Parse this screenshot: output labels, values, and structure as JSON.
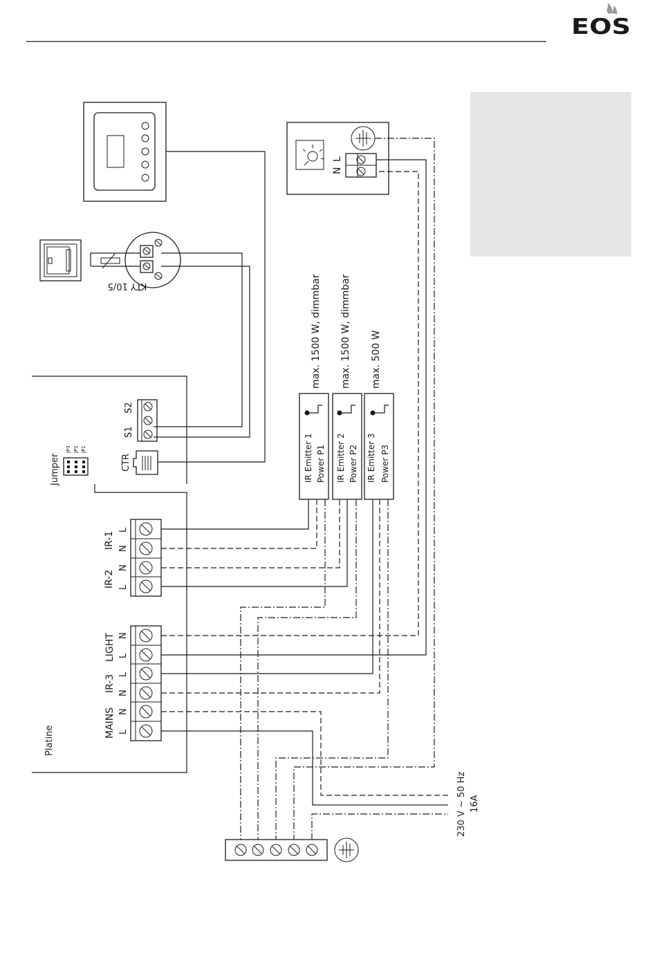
{
  "brand": {
    "logo_text": "EOS",
    "logo_color": "#1a1a1a",
    "flame_color": "#9a9a9a"
  },
  "panel": {
    "color": "#e6e6e6"
  },
  "labels": {
    "kty": "KTY 10/5",
    "jumper": "Jumper",
    "jp3": "JP3",
    "jp2": "JP2",
    "jp1": "JP1",
    "ctr": "CTR",
    "s1": "S1",
    "s2": "S2",
    "platine": "Platine",
    "lamp_n": "N",
    "lamp_l": "L"
  },
  "emitters": [
    {
      "name": "IR Emitter 1",
      "power": "Power P1",
      "rating": "max. 1500 W, dimmbar"
    },
    {
      "name": "IR Emitter 2",
      "power": "Power P2",
      "rating": "max. 1500 W, dimmbar"
    },
    {
      "name": "IR Emitter 3",
      "power": "Power P3",
      "rating": "max. 500 W"
    }
  ],
  "terminals_upper": {
    "group1": "IR-1",
    "group2": "IR-2",
    "pins": [
      "L",
      "N",
      "N",
      "L"
    ]
  },
  "terminals_lower": {
    "light": "LIGHT",
    "ir3": "IR-3",
    "mains": "MAINS",
    "pins": [
      "N",
      "L",
      "L",
      "N",
      "N",
      "L"
    ]
  },
  "supply": {
    "voltage": "230 V ~ 50 Hz",
    "fuse": "16A"
  }
}
